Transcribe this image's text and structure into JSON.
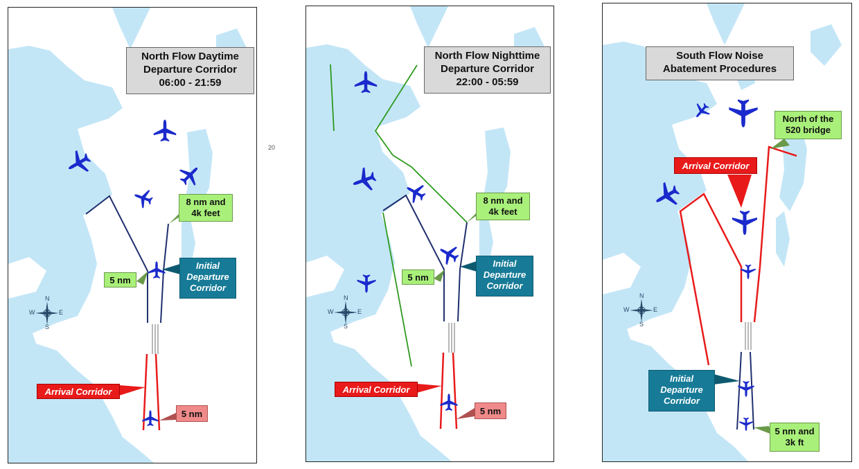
{
  "page_number": "20",
  "compass": {
    "n": "N",
    "s": "S",
    "e": "E",
    "w": "W"
  },
  "colors": {
    "water": "#c3e6f7",
    "land": "#ffffff",
    "departure": "#1f2f6e",
    "arrival": "#e81a1a",
    "night_path": "#2e9a1e",
    "plane": "#1a2acc"
  },
  "panels": [
    {
      "title": [
        "North Flow Daytime",
        "Departure Corridor",
        "06:00 - 21:59"
      ],
      "callouts": {
        "alt": [
          "8 nm and",
          "4k feet"
        ],
        "dist": "5 nm",
        "initial": [
          "Initial",
          "Departure",
          "Corridor"
        ],
        "arrival": "Arrival Corridor",
        "arrival_dist": "5 nm"
      }
    },
    {
      "title": [
        "North Flow Nighttime",
        "Departure Corridor",
        "22:00 - 05:59"
      ],
      "callouts": {
        "alt": [
          "8 nm and",
          "4k feet"
        ],
        "dist": "5 nm",
        "initial": [
          "Initial",
          "Departure",
          "Corridor"
        ],
        "arrival": "Arrival Corridor",
        "arrival_dist": "5 nm"
      }
    },
    {
      "title": [
        "South Flow Noise",
        "Abatement Procedures"
      ],
      "callouts": {
        "bridge": [
          "North of the",
          "520 bridge"
        ],
        "arrival": "Arrival Corridor",
        "initial": [
          "Initial",
          "Departure",
          "Corridor"
        ],
        "alt": [
          "5 nm and",
          "3k ft"
        ]
      }
    }
  ]
}
